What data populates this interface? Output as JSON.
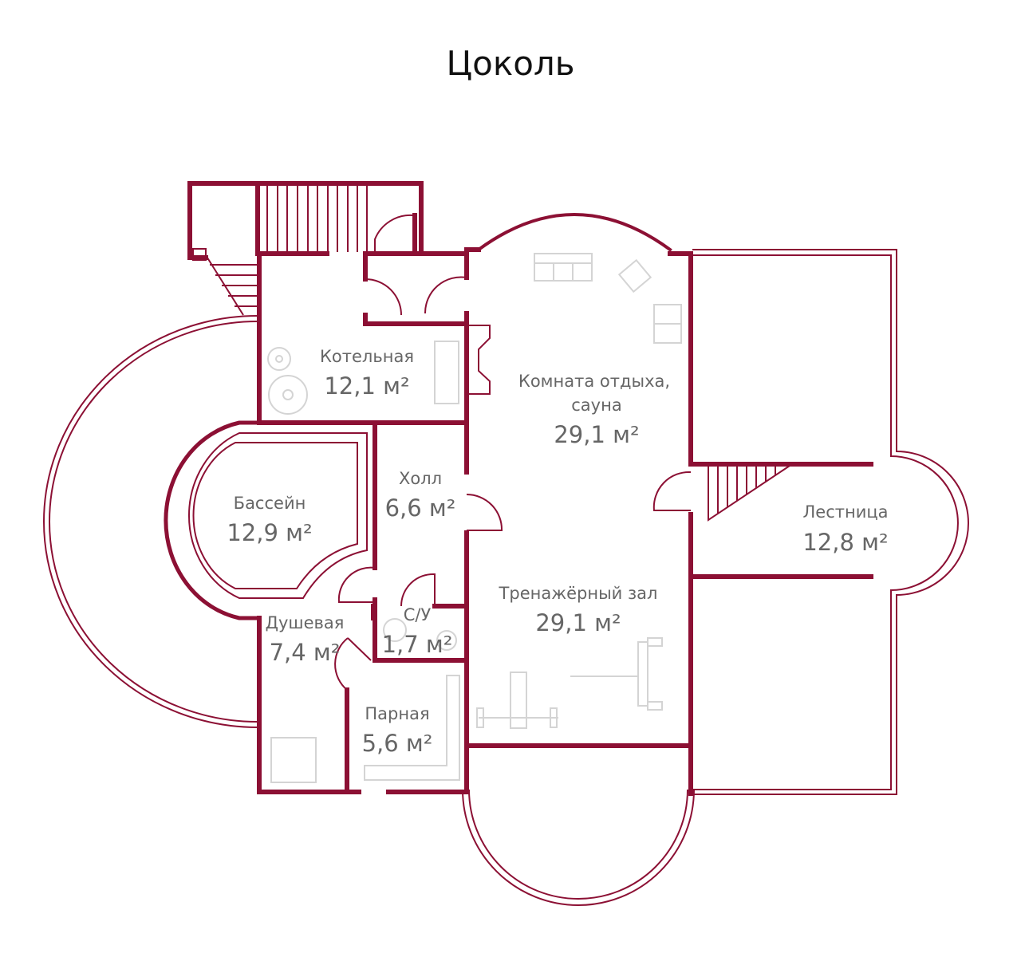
{
  "title": "Цоколь",
  "colors": {
    "wall": "#8c1034",
    "label": "#666666",
    "furniture": "#d4d4d4"
  },
  "rooms": [
    {
      "name": "Котельная",
      "area": "12,1 м²"
    },
    {
      "name": "Комната отдыха,",
      "name2": "сауна",
      "area": "29,1 м²"
    },
    {
      "name": "Холл",
      "area": "6,6 м²"
    },
    {
      "name": "Бассейн",
      "area": "12,9 м²"
    },
    {
      "name": "Лестница",
      "area": "12,8 м²"
    },
    {
      "name": "Тренажёрный зал",
      "area": "29,1 м²"
    },
    {
      "name": "Душевая",
      "area": "7,4 м²"
    },
    {
      "name": "С/У",
      "area": "1,7 м²"
    },
    {
      "name": "Парная",
      "area": "5,6 м²"
    }
  ]
}
